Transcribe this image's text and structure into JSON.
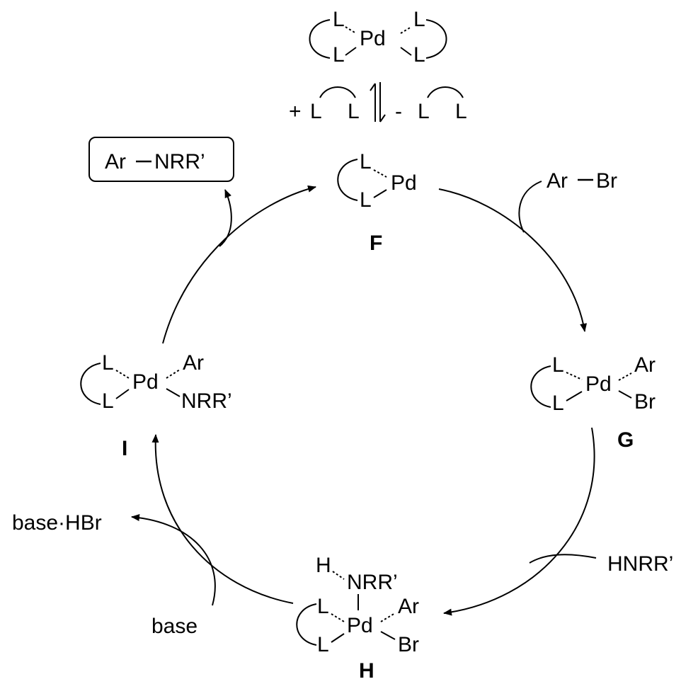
{
  "diagram": {
    "title": "Pd-catalyzed amination catalytic cycle",
    "atoms": {
      "ligand": "L",
      "palladium": "Pd",
      "aryl": "Ar",
      "bromide": "Br",
      "hydrogen": "H",
      "amido": "NRR’"
    },
    "precatalyst": {
      "equilibrium_plus": "+",
      "equilibrium_minus": "-"
    },
    "species": {
      "F": "F",
      "G": "G",
      "H": "H",
      "I": "I"
    },
    "reagents": {
      "aryl_bromide_ar": "Ar",
      "aryl_bromide_br": "Br",
      "amine": "HNRR’",
      "base": "base",
      "byproduct": "base·HBr"
    },
    "product": {
      "ar": "Ar",
      "nrr": "NRR’"
    }
  }
}
